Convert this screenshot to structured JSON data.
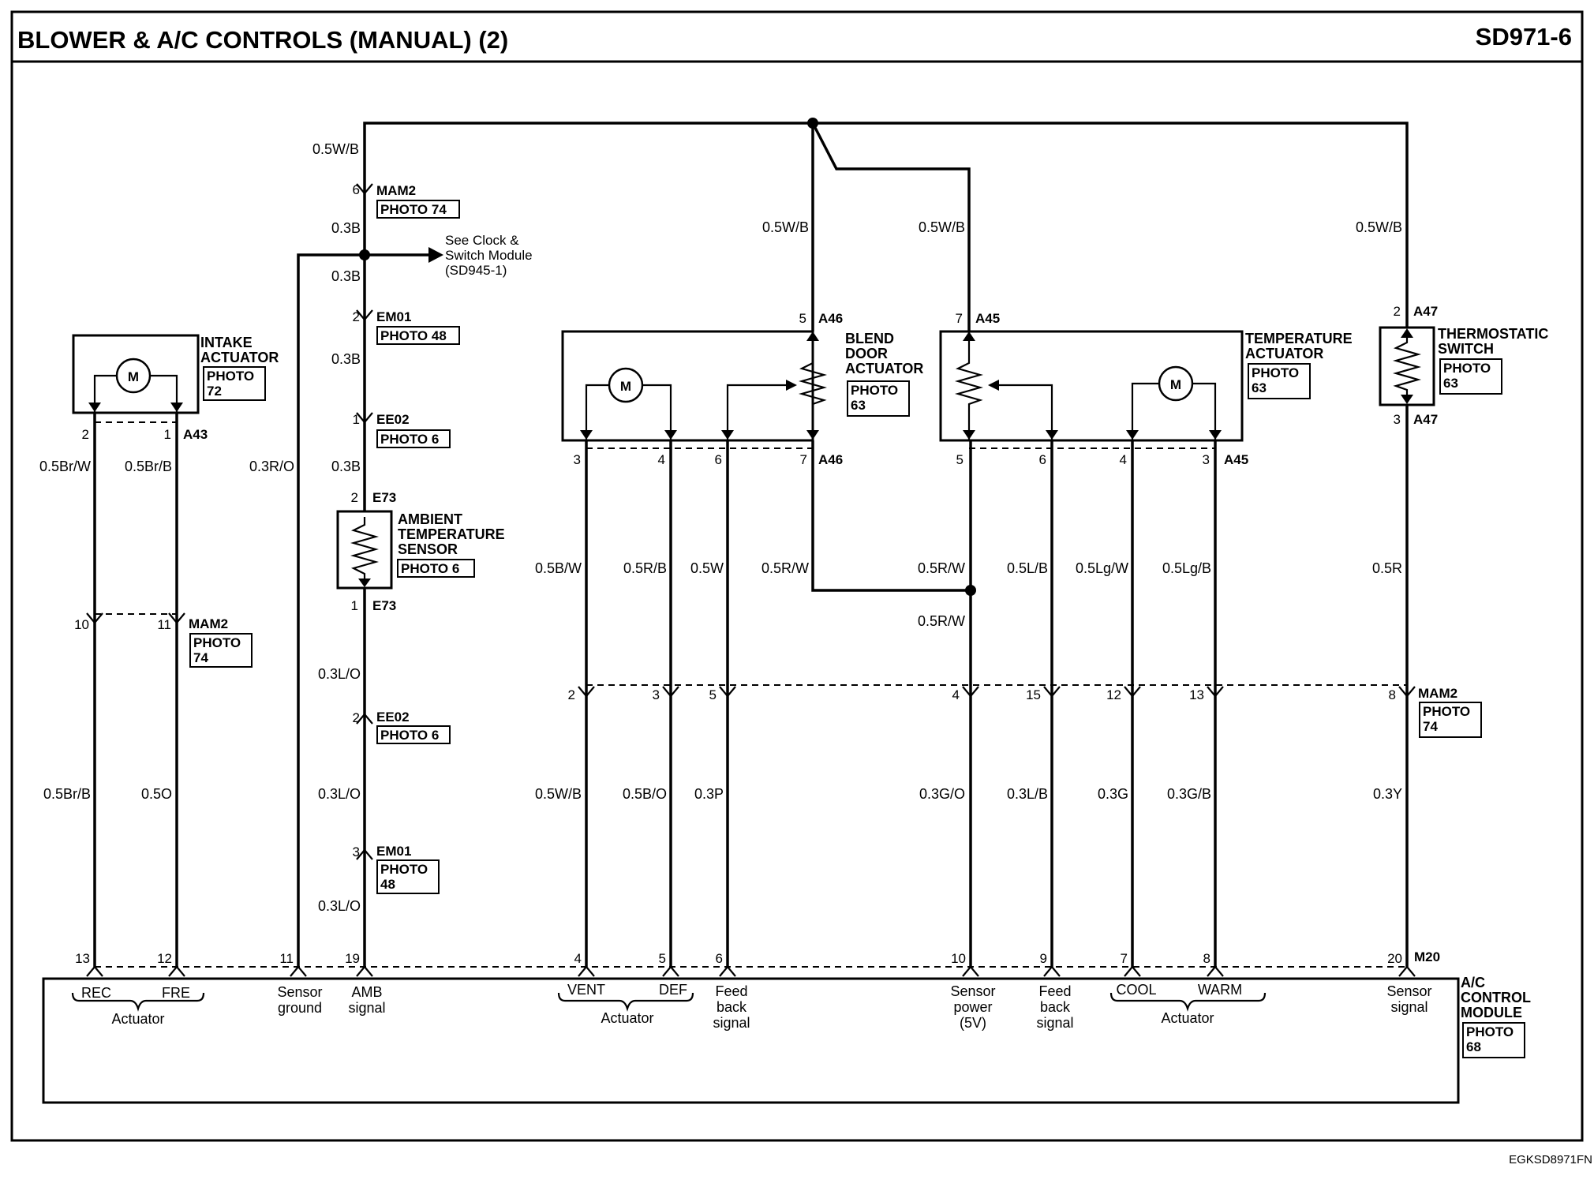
{
  "header": {
    "title": "BLOWER & A/C CONTROLS (MANUAL) (2)",
    "code": "SD971-6"
  },
  "footer_code": "EGKSD8971FN",
  "ref_note": [
    "See Clock &",
    "Switch Module",
    "(SD945-1)"
  ],
  "components": {
    "intake": {
      "name": [
        "INTAKE",
        "ACTUATOR"
      ],
      "photo": [
        "PHOTO",
        "72"
      ],
      "conn": "A43",
      "motor": "M"
    },
    "ambient": {
      "name": [
        "AMBIENT",
        "TEMPERATURE",
        "SENSOR"
      ],
      "photo": "PHOTO 6",
      "conn_top": "E73",
      "conn_bot": "E73"
    },
    "blend": {
      "name": [
        "BLEND",
        "DOOR",
        "ACTUATOR"
      ],
      "photo": [
        "PHOTO",
        "63"
      ],
      "conn_top": "A46",
      "conn_bot": "A46",
      "motor": "M"
    },
    "temp": {
      "name": [
        "TEMPERATURE",
        "ACTUATOR"
      ],
      "photo": [
        "PHOTO",
        "63"
      ],
      "conn_top": "A45",
      "conn_bot": "A45",
      "motor": "M"
    },
    "thermo": {
      "name": [
        "THERMOSTATIC",
        "SWITCH"
      ],
      "photo": [
        "PHOTO",
        "63"
      ],
      "conn_top": "A47",
      "conn_bot": "A47"
    },
    "module": {
      "name": [
        "A/C",
        "CONTROL",
        "MODULE"
      ],
      "photo": [
        "PHOTO",
        "68"
      ],
      "conn": "M20"
    }
  },
  "connectors": {
    "mam2_top": {
      "pin": "6",
      "name": "MAM2",
      "photo": "PHOTO 74"
    },
    "em01_top": {
      "pin": "2",
      "name": "EM01",
      "photo": "PHOTO 48"
    },
    "ee02_top": {
      "pin": "1",
      "name": "EE02",
      "photo": "PHOTO 6"
    },
    "mam2_left": {
      "pins": [
        "10",
        "11"
      ],
      "name": "MAM2",
      "photo": [
        "PHOTO",
        "74"
      ]
    },
    "ee02_bot": {
      "pin": "2",
      "name": "EE02",
      "photo": "PHOTO 6"
    },
    "em01_bot": {
      "pin": "3",
      "name": "EM01",
      "photo": [
        "PHOTO",
        "48"
      ]
    },
    "mam2_right": {
      "pins": [
        "2",
        "3",
        "5",
        "4",
        "15",
        "12",
        "13",
        "8"
      ],
      "name": "MAM2",
      "photo": [
        "PHOTO",
        "74"
      ]
    }
  },
  "pins": {
    "intake": [
      "2",
      "1"
    ],
    "e73": [
      "2",
      "1"
    ],
    "a46_top": "5",
    "a46_bot": [
      "3",
      "4",
      "6",
      "7"
    ],
    "a45_top": "7",
    "a45_bot": [
      "5",
      "6",
      "4",
      "3"
    ],
    "a47": [
      "2",
      "3"
    ],
    "module": [
      "13",
      "12",
      "11",
      "19",
      "4",
      "5",
      "6",
      "10",
      "9",
      "7",
      "8",
      "20"
    ]
  },
  "wires": {
    "top_wb": "0.5W/B",
    "c3b": [
      "0.3B",
      "0.3B",
      "0.3B",
      "0.3B"
    ],
    "blend_wb": "0.5W/B",
    "temp_wb": "0.5W/B",
    "thermo_wb": "0.5W/B",
    "intake_up": [
      "0.5Br/W",
      "0.5Br/B"
    ],
    "ground": "0.3R/O",
    "amb": [
      "0.3L/O",
      "0.3L/O",
      "0.3L/O"
    ],
    "blend_up": [
      "0.5B/W",
      "0.5R/B",
      "0.5W",
      "0.5R/W"
    ],
    "temp_up": [
      "0.5R/W",
      "0.5L/B",
      "0.5Lg/W",
      "0.5Lg/B"
    ],
    "thermo_up": "0.5R",
    "srw_low": "0.5R/W",
    "intake_low": [
      "0.5Br/B",
      "0.5O"
    ],
    "blend_low": [
      "0.5W/B",
      "0.5B/O",
      "0.3P"
    ],
    "temp_low": [
      "0.3G/O",
      "0.3L/B",
      "0.3G",
      "0.3G/B"
    ],
    "thermo_low": "0.3Y"
  },
  "module_labels": {
    "rec": "REC",
    "fre": "FRE",
    "actuator1": "Actuator",
    "sensor_ground": [
      "Sensor",
      "ground"
    ],
    "amb_signal": [
      "AMB",
      "signal"
    ],
    "vent": "VENT",
    "def": "DEF",
    "actuator2": "Actuator",
    "feedback1": [
      "Feed",
      "back",
      "signal"
    ],
    "sensor_power": [
      "Sensor",
      "power",
      "(5V)"
    ],
    "feedback2": [
      "Feed",
      "back",
      "signal"
    ],
    "cool": "COOL",
    "warm": "WARM",
    "actuator3": "Actuator",
    "sensor_signal": [
      "Sensor",
      "signal"
    ]
  }
}
